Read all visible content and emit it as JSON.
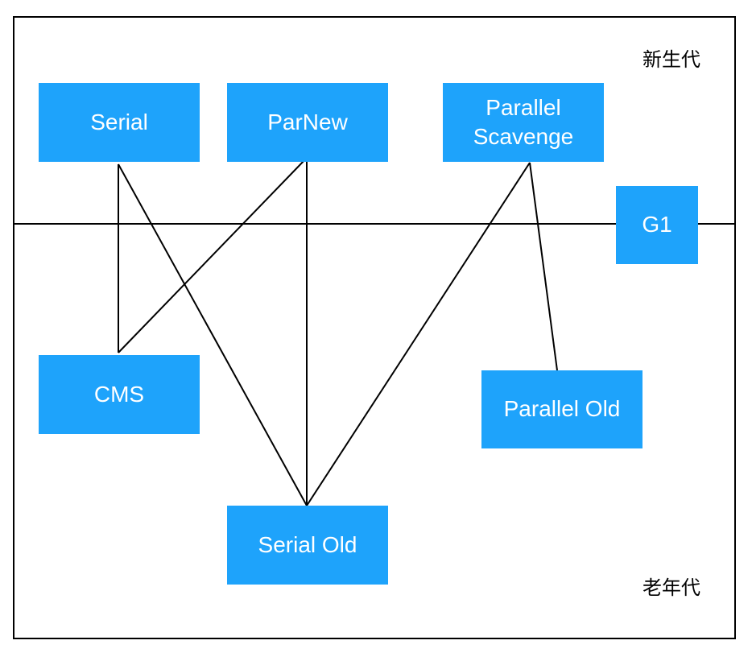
{
  "generations": {
    "young_label": "新生代",
    "old_label": "老年代"
  },
  "collectors": {
    "serial": "Serial",
    "parnew": "ParNew",
    "parallel_scavenge": "Parallel\nScavenge",
    "g1": "G1",
    "cms": "CMS",
    "serial_old": "Serial Old",
    "parallel_old": "Parallel Old"
  },
  "colors": {
    "box_fill": "#1ea3fb",
    "box_text": "#ffffff",
    "line": "#000000"
  }
}
